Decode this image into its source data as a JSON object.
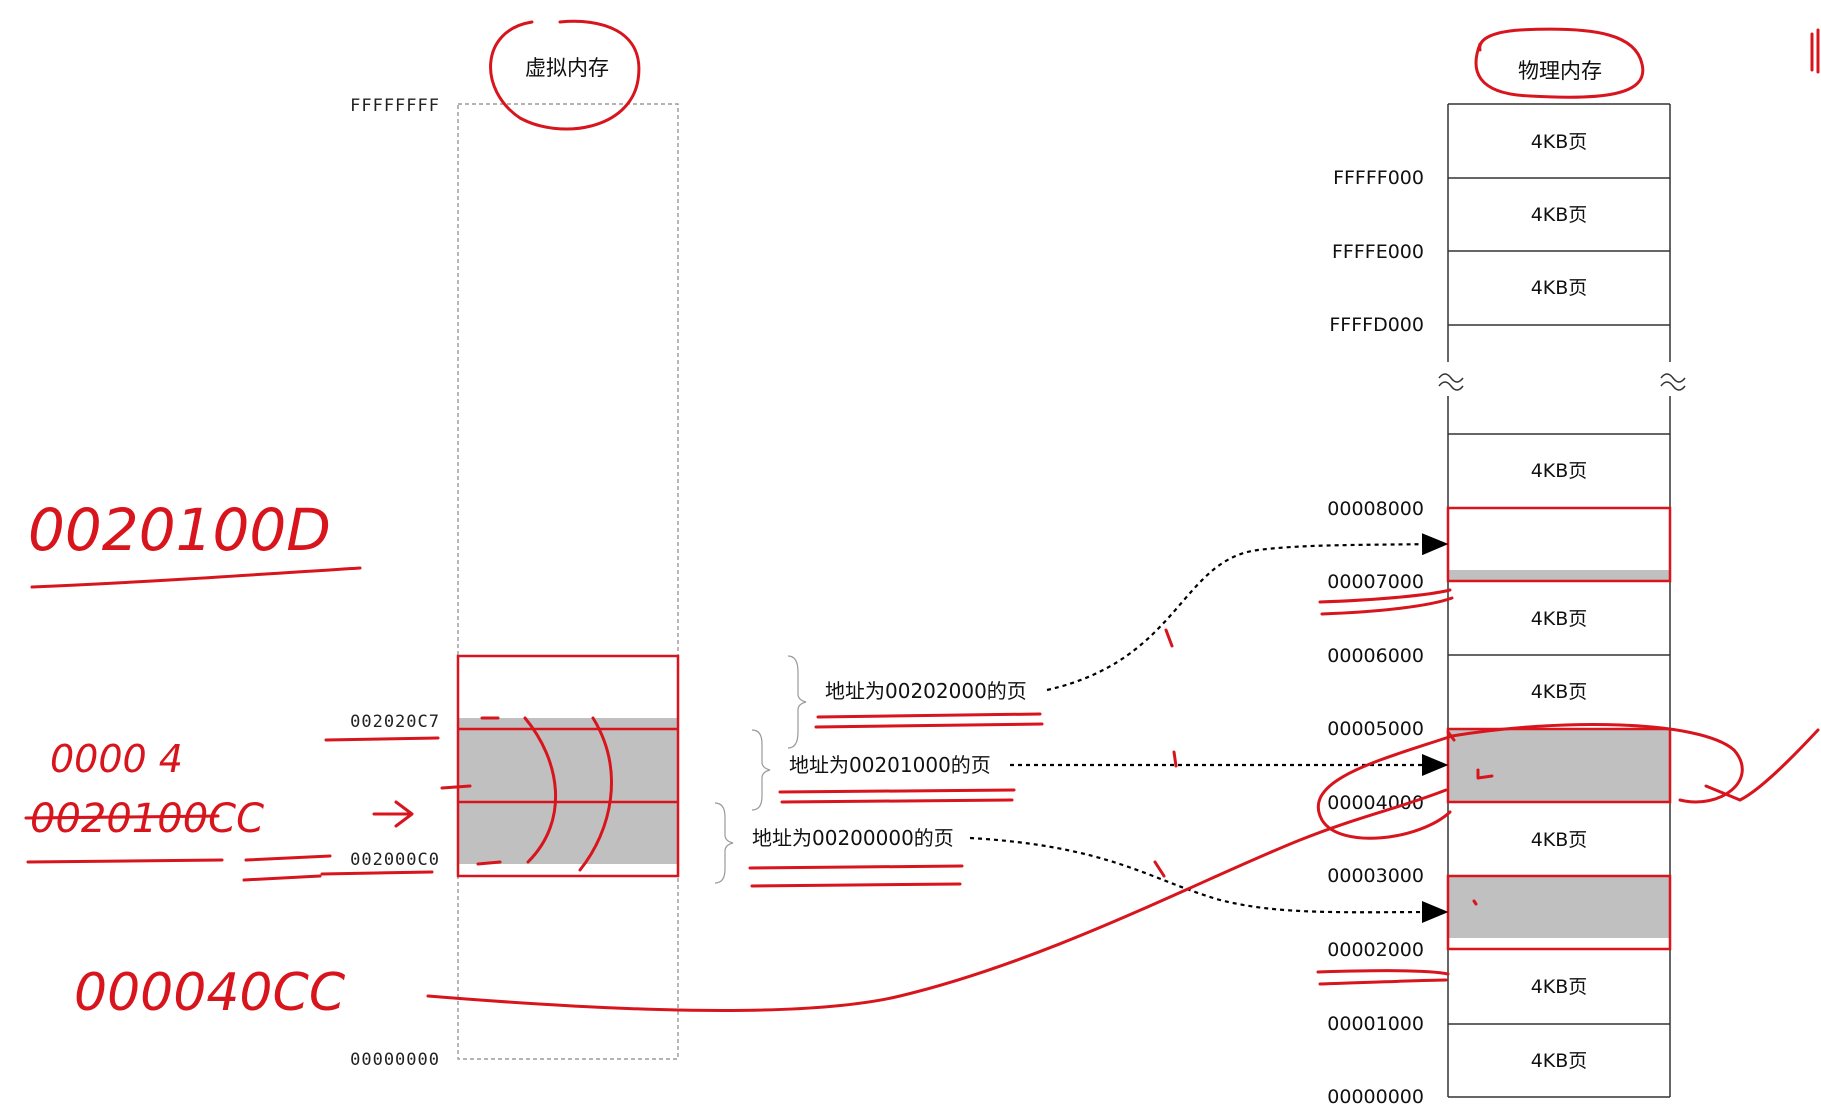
{
  "virtual": {
    "title": "虚拟内存",
    "addr_top": "FFFFFFFF",
    "addr_mid": "002020C7",
    "addr_low": "002000C0",
    "addr_bottom": "00000000"
  },
  "physical": {
    "title": "物理内存",
    "page_label": "4KB页",
    "addresses": [
      "FFFFF000",
      "FFFFE000",
      "FFFFD000",
      "00008000",
      "00007000",
      "00006000",
      "00005000",
      "00004000",
      "00003000",
      "00002000",
      "00001000",
      "00000000"
    ]
  },
  "callouts": [
    {
      "label": "地址为00202000的页"
    },
    {
      "label": "地址为00201000的页"
    },
    {
      "label": "地址为00200000的页"
    }
  ],
  "annotations": {
    "big_number": "0020100D",
    "small_number": "0000 4",
    "struck_number": "0020100CC",
    "bottom_number": "000040CC"
  },
  "colors": {
    "ink": "#d8141c",
    "shade": "#c0c0c0",
    "line": "#333333"
  }
}
